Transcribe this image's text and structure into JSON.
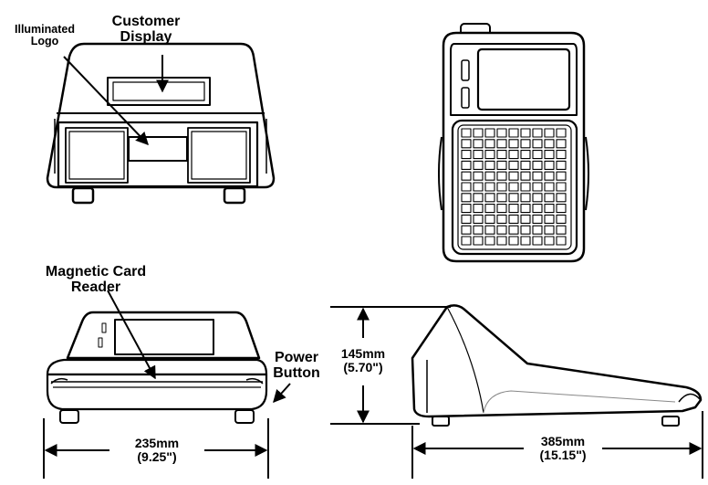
{
  "labels": {
    "illuminated_logo": [
      "Illuminated",
      "Logo"
    ],
    "customer_display": [
      "Customer",
      "Display"
    ],
    "magnetic_card_reader": [
      "Magnetic Card",
      "Reader"
    ],
    "power_button": [
      "Power",
      "Button"
    ]
  },
  "dimensions": {
    "width": {
      "mm": "235mm",
      "inch": "(9.25\")"
    },
    "height": {
      "mm": "145mm",
      "inch": "(5.70\")"
    },
    "depth": {
      "mm": "385mm",
      "inch": "(15.15\")"
    }
  },
  "keypad": {
    "columns": 9,
    "rows": 11
  },
  "colors": {
    "line": "#000000",
    "fill": "#ffffff",
    "shade": "#d8d8d8"
  }
}
